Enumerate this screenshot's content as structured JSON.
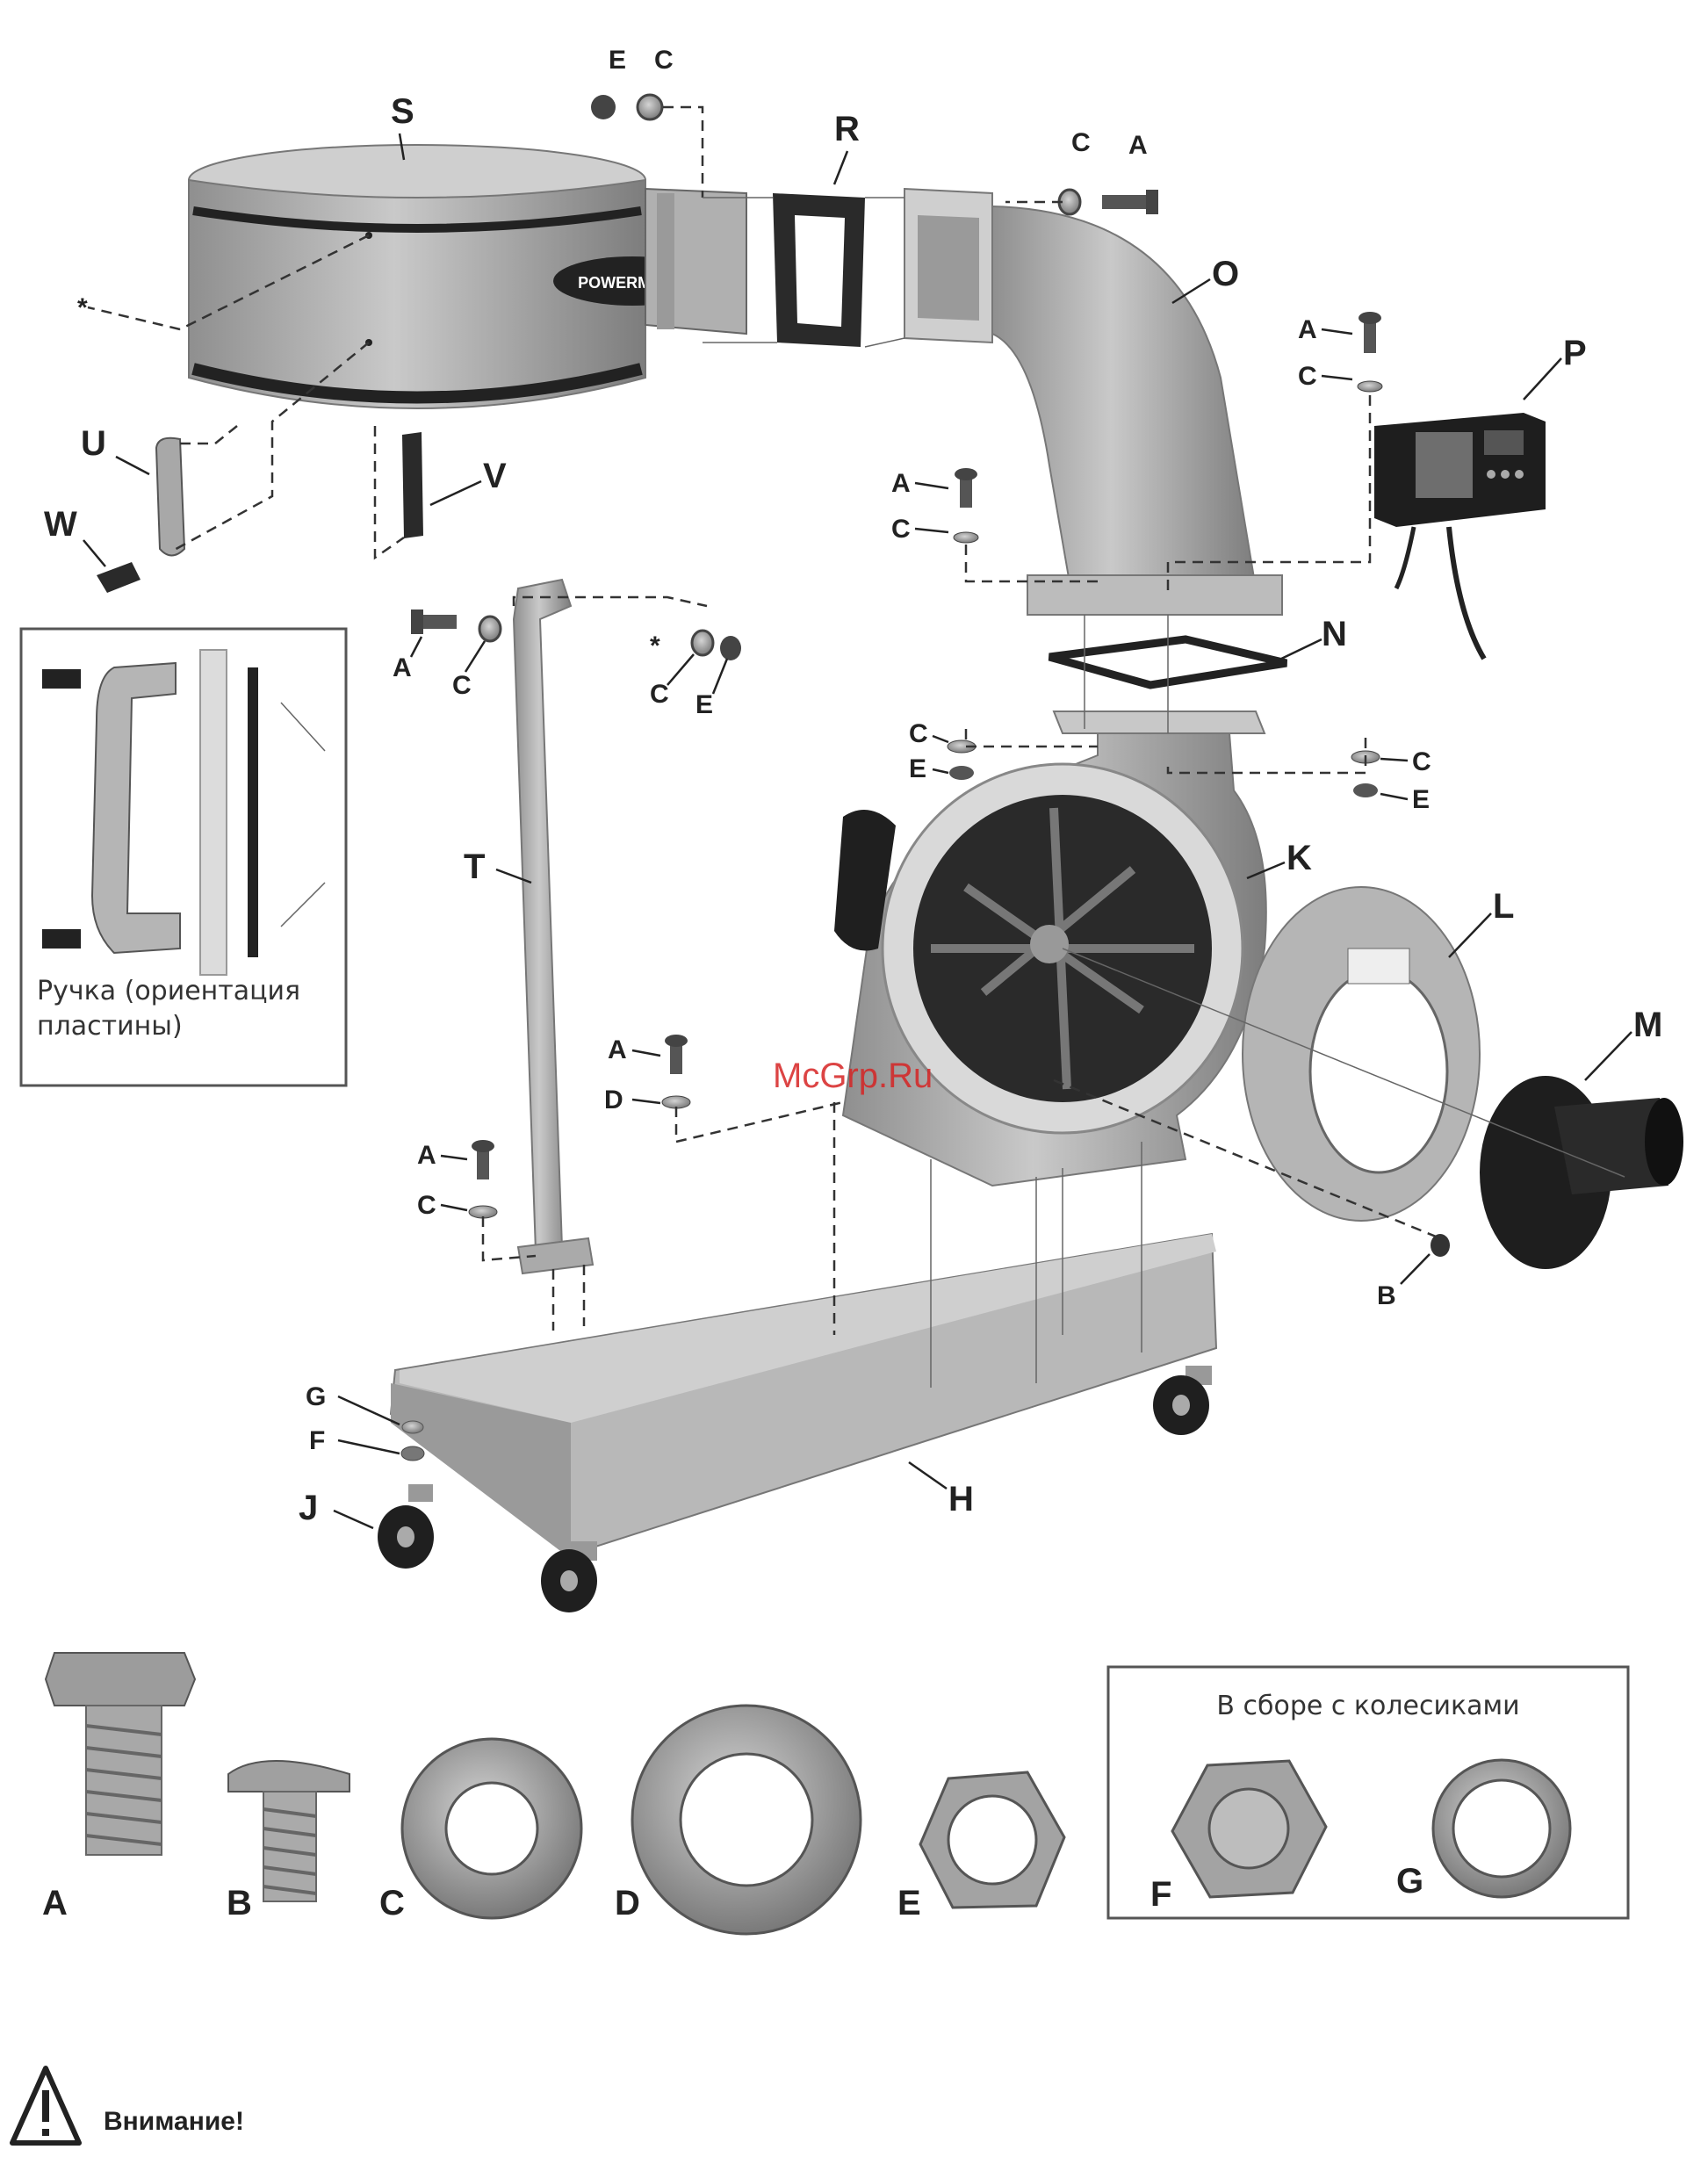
{
  "parts": {
    "S": "S",
    "R": "R",
    "O": "O",
    "P": "P",
    "N": "N",
    "K": "K",
    "L": "L",
    "M": "M",
    "T": "T",
    "U": "U",
    "V": "V",
    "W": "W",
    "H": "H",
    "J": "J"
  },
  "hardware_letters": {
    "A": "A",
    "B": "B",
    "C": "C",
    "D": "D",
    "E": "E",
    "F": "F",
    "G": "G",
    "star": "*"
  },
  "brand_label": "POWERMATIC",
  "inset": {
    "caption_line1": "Ручка (ориентация",
    "caption_line2": "пластины)"
  },
  "caster_box": {
    "title": "В сборе с колесиками"
  },
  "watermark": "McGrp.Ru",
  "warning": {
    "icon": "warning-triangle-icon",
    "text": "Внимание!"
  }
}
